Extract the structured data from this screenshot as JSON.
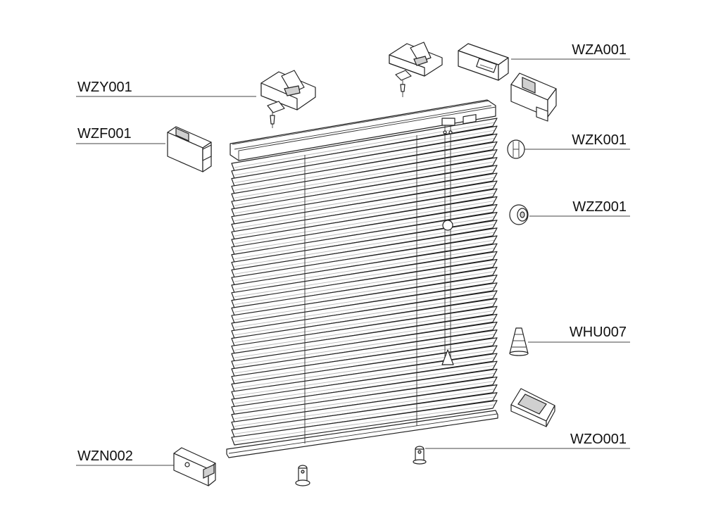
{
  "labels": {
    "wza": "WZA001",
    "wzy": "WZY001",
    "wzf": "WZF001",
    "wzk": "WZK001",
    "wzz": "WZZ001",
    "whu": "WHU007",
    "wzo": "WZO001",
    "wzn": "WZN002"
  }
}
